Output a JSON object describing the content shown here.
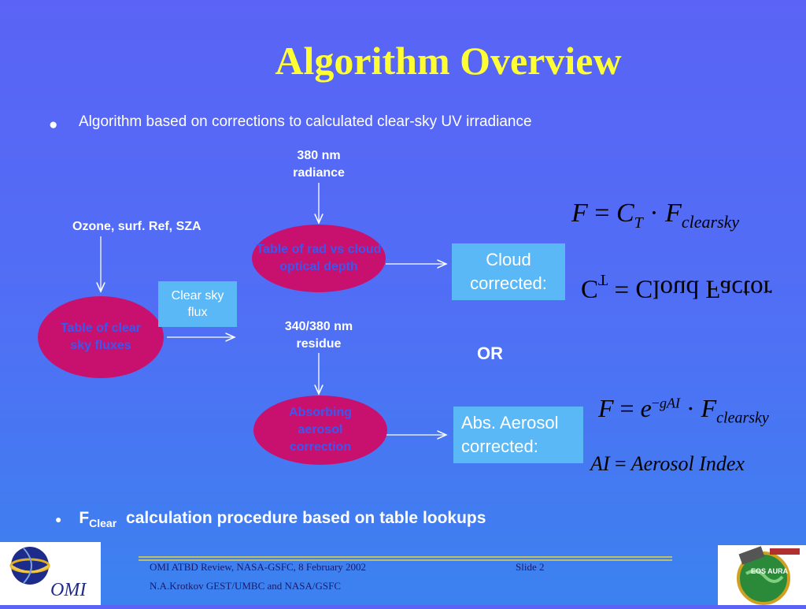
{
  "title": "Algorithm Overview",
  "bullet1": "Algorithm based on corrections to calculated clear-sky UV irradiance",
  "diagram": {
    "input_380": "380 nm radiance",
    "input_ozone": "Ozone, surf. Ref, SZA",
    "ellipse_clear": "Table of clear sky fluxes",
    "box_clear_flux": "Clear sky flux",
    "ellipse_rad": "Table of rad vs cloud optical depth",
    "box_cloud": "Cloud corrected:",
    "input_residue": "340/380 nm residue",
    "or": "OR",
    "ellipse_absorbing": "Absorbing aerosol correction",
    "box_aerosol": "Abs. Aerosol corrected:"
  },
  "equations": {
    "cloud_eq": "F = C_T · F_clearsky",
    "cloud_factor": "C_T = Cloud Factor",
    "aerosol_eq": "F = e^(−gAI) · F_clearsky",
    "ai_def": "AI = Aerosol Index"
  },
  "bullet2": {
    "f": "F",
    "sub": "Clear",
    "rest": "calculation procedure based on table lookups"
  },
  "footer": {
    "line1": "OMI ATBD Review, NASA-GSFC, 8 February 2002",
    "slide": "Slide 2",
    "line2": "N.A.Krotkov GEST/UMBC and NASA/GSFC",
    "logo_left": "OMI",
    "logo_right": "EOS AURA"
  },
  "colors": {
    "title": "#ffff33",
    "ellipse": "#c8116e",
    "box": "#5bb8f7"
  }
}
